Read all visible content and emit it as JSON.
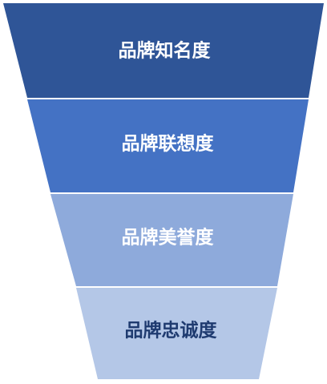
{
  "funnel": {
    "levels": [
      {
        "label": "品牌知名度",
        "fill": "#2f5597",
        "text_color": "#ffffff"
      },
      {
        "label": "品牌联想度",
        "fill": "#4472c4",
        "text_color": "#ffffff"
      },
      {
        "label": "品牌美誉度",
        "fill": "#8eaadb",
        "text_color": "#ffffff"
      },
      {
        "label": "品牌忠诚度",
        "fill": "#b4c7e7",
        "text_color": "#1f3b70"
      }
    ]
  }
}
